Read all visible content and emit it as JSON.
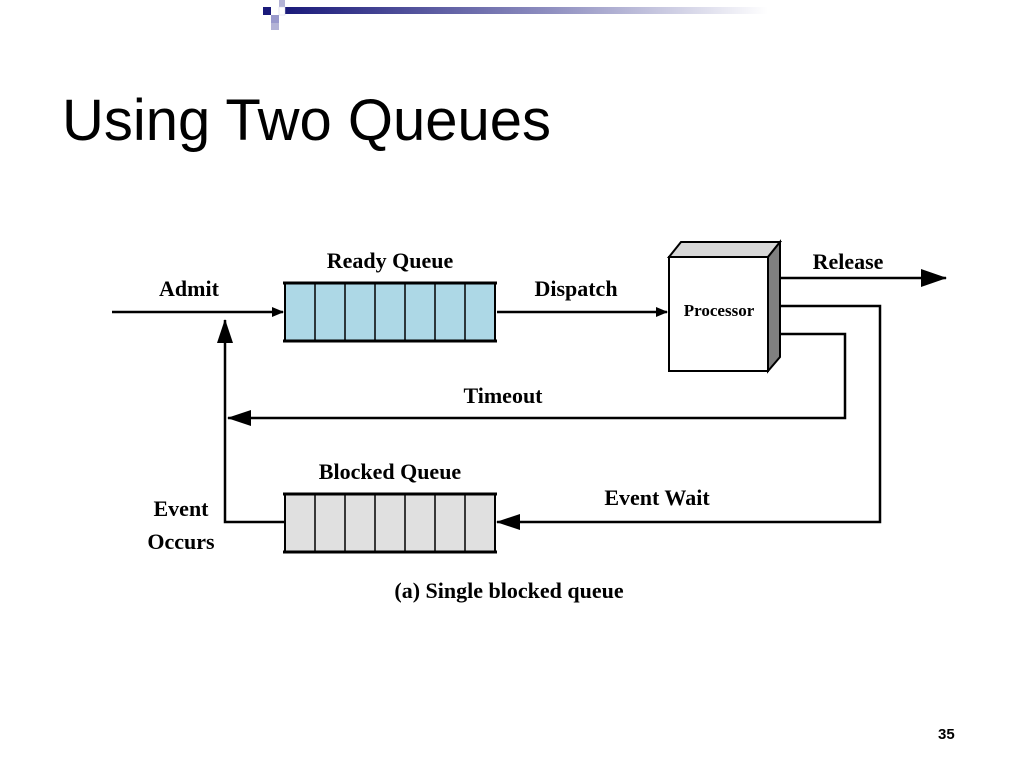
{
  "slide": {
    "title": "Using Two Queues",
    "number": "35"
  },
  "theme": {
    "accent_dark": "#1a1a7a",
    "accent_light": "#9999cc",
    "ready_queue_fill": "#add8e6",
    "blocked_queue_fill": "#e0e0e0"
  },
  "diagram": {
    "labels": {
      "ready_queue": "Ready Queue",
      "blocked_queue": "Blocked Queue",
      "admit": "Admit",
      "dispatch": "Dispatch",
      "processor": "Processor",
      "release": "Release",
      "timeout": "Timeout",
      "event_wait": "Event Wait",
      "event": "Event",
      "occurs": "Occurs"
    },
    "caption": "(a) Single blocked queue"
  }
}
